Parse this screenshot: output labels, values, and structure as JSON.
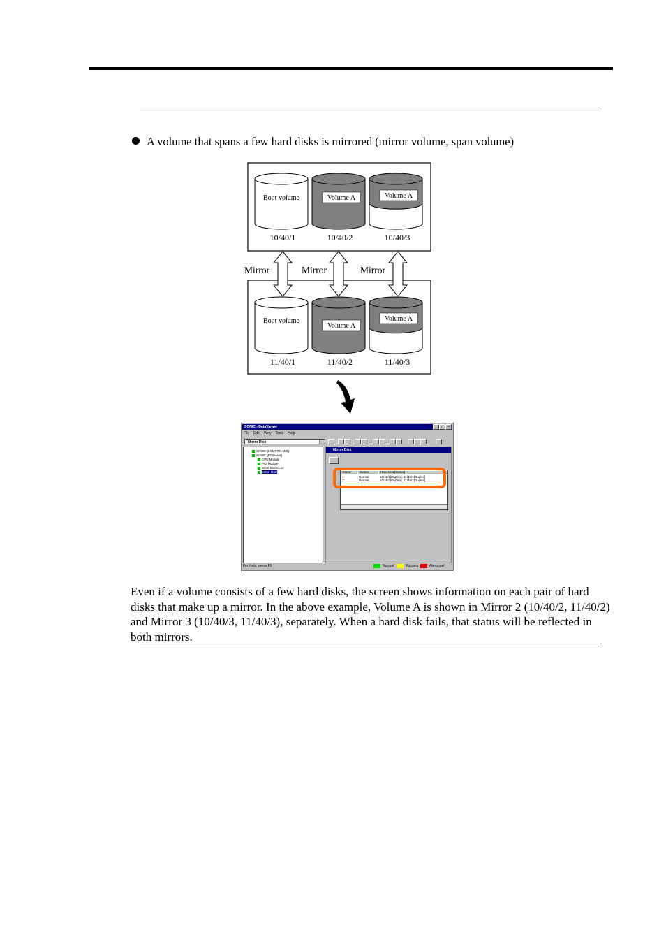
{
  "bullet": {
    "text": "A volume that spans a few hard disks is mirrored (mirror volume, span volume)"
  },
  "diagram": {
    "top_disks": [
      {
        "label": "Boot volume",
        "id": "10/40/1"
      },
      {
        "label": "Volume A",
        "id": "10/40/2"
      },
      {
        "label": "Volume A",
        "id": "10/40/3"
      }
    ],
    "bottom_disks": [
      {
        "label": "Boot volume",
        "id": "11/40/1"
      },
      {
        "label": "Volume A",
        "id": "11/40/2"
      },
      {
        "label": "Volume A",
        "id": "11/40/3"
      }
    ],
    "mirror_labels": [
      "Mirror",
      "Mirror",
      "Mirror"
    ]
  },
  "screenshot": {
    "title": "SONIC - DataViewer",
    "menu": [
      "File",
      "Edit",
      "View",
      "Tools",
      "Help"
    ],
    "combo_value": "Mirror Disk",
    "tree": [
      "SONIC [ESMPRO MIB]",
      "SONIC [FTServer]",
      "CPU Module",
      "PCI Module",
      "SCSI Enclosure",
      "Mirror Disk"
    ],
    "panel_title": "Mirror Disk",
    "columns": [
      "Mirror",
      "Status",
      "Hard Disk[Status]"
    ],
    "rows": [
      [
        "1",
        "Normal",
        "10/40/1[Duplex], 11/40/1[Duplex]"
      ],
      [
        "2",
        "Normal",
        "10/40/2[Duplex], 11/40/2[Duplex]"
      ]
    ],
    "status_text": "For Help, press F1",
    "legend": [
      {
        "label": "Normal",
        "color": "#00e000"
      },
      {
        "label": "Warning",
        "color": "#ffff00"
      },
      {
        "label": "Abnormal",
        "color": "#e00000"
      }
    ],
    "highlight_color": "#ff6a00"
  },
  "paragraph": "Even if a volume consists of a few hard disks, the screen shows information on each pair of hard disks that make up a mirror. In the above example, Volume A is shown in Mirror 2 (10/40/2, 11/40/2) and Mirror 3 (10/40/3, 11/40/3), separately. When a hard disk fails, that status will be reflected in both mirrors."
}
